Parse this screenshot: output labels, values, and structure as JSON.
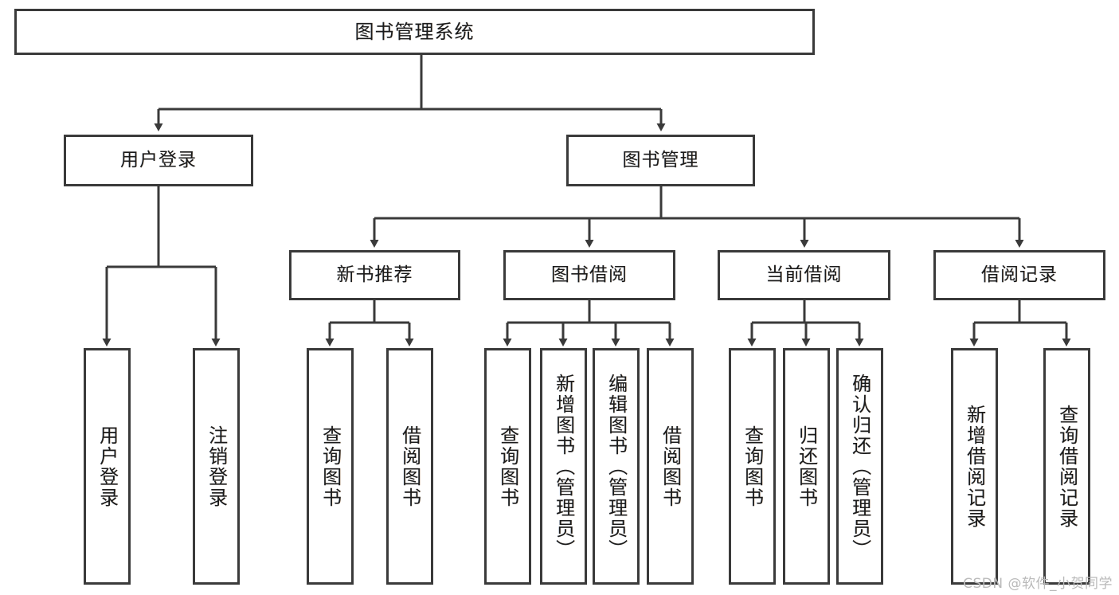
{
  "diagram": {
    "title": "图书管理系统",
    "watermark": "CSDN @软件_小贺同学",
    "line_color": "#3a3a3a",
    "box_fill": "#ffffff",
    "text_color": "#1b1b1b"
  },
  "nodes": {
    "root": {
      "label": "图书管理系统"
    },
    "level2": [
      {
        "label": "用户登录"
      },
      {
        "label": "图书管理"
      }
    ],
    "level3": [
      {
        "label": "新书推荐"
      },
      {
        "label": "图书借阅"
      },
      {
        "label": "当前借阅"
      },
      {
        "label": "借阅记录"
      }
    ],
    "leaves": {
      "user_login": [
        {
          "label": "用户登录"
        },
        {
          "label": "注销登录"
        }
      ],
      "new_book": [
        {
          "label": "查询图书"
        },
        {
          "label": "借阅图书"
        }
      ],
      "book_borrow": [
        {
          "label": "查询图书"
        },
        {
          "label": "新增图书（管理员）"
        },
        {
          "label": "编辑图书（管理员）"
        },
        {
          "label": "借阅图书"
        }
      ],
      "current_borrow": [
        {
          "label": "查询图书"
        },
        {
          "label": "归还图书"
        },
        {
          "label": "确认归还（管理员）"
        }
      ],
      "borrow_record": [
        {
          "label": "新增借阅记录"
        },
        {
          "label": "查询借阅记录"
        }
      ]
    }
  }
}
